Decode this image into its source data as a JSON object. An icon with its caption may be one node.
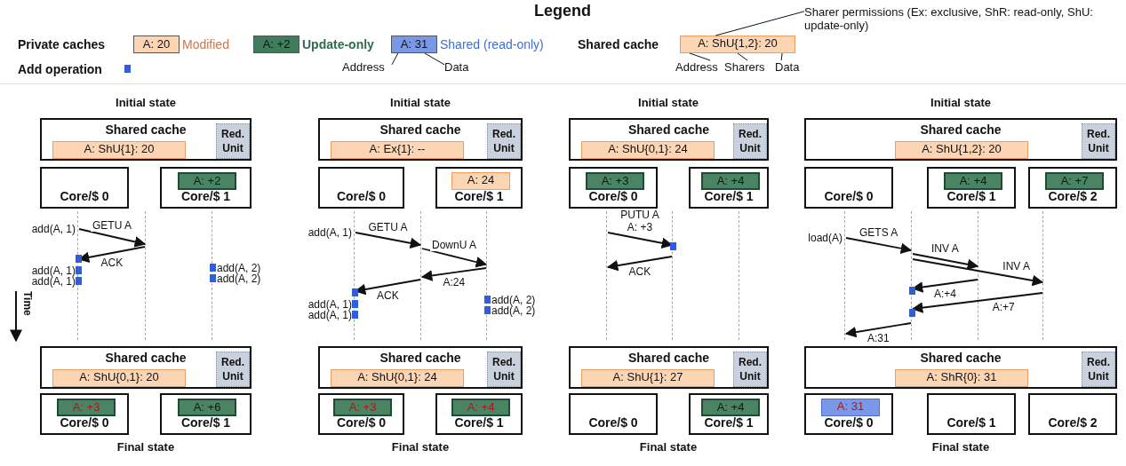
{
  "diagram": {
    "nodes": [
      {
        "text": [
          "Shared cache"
        ]
      },
      {
        "text": [
          "A: ShU{1}: 20"
        ],
        "in": 0
      },
      {
        "text": [
          "Red. Unit"
        ],
        "in": 0
      },
      {
        "text": [
          "Core/$ 0"
        ]
      },
      {
        "text": [
          "Core/$ 1"
        ]
      },
      {
        "text": [
          "A: +2"
        ],
        "in": 4
      },
      {
        "text": [],
        "shape": "line"
      },
      {
        "text": [],
        "shape": "line"
      },
      {
        "text": [],
        "shape": "line"
      },
      {
        "text": [
          "Shared cache"
        ]
      },
      {
        "text": [
          "A: ShU{0,1}: 20"
        ],
        "in": 9
      },
      {
        "text": [
          "Red. Unit"
        ],
        "in": 9
      },
      {
        "text": [
          "Core/$ 0"
        ]
      },
      {
        "text": [
          "A: +3"
        ],
        "in": 12
      },
      {
        "text": [
          "Core/$ 1"
        ]
      },
      {
        "text": [
          "A: +6"
        ],
        "in": 14
      },
      {
        "text": [
          "Shared cache"
        ]
      },
      {
        "text": [
          "A: Ex{1}: --"
        ],
        "in": 16
      },
      {
        "text": [
          "Red. Unit"
        ],
        "in": 16
      },
      {
        "text": [
          "Core/$ 0"
        ]
      },
      {
        "text": [
          "Core/$ 1"
        ]
      },
      {
        "text": [
          "A: 24"
        ],
        "in": 20
      },
      {
        "text": [],
        "shape": "line"
      },
      {
        "text": [],
        "shape": "line"
      },
      {
        "text": [],
        "shape": "line"
      },
      {
        "text": [
          "Shared cache"
        ]
      },
      {
        "text": [
          "A: ShU{0,1}: 24"
        ],
        "in": 25
      },
      {
        "text": [
          "Red. Unit"
        ],
        "in": 25
      },
      {
        "text": [
          "Core/$ 0"
        ]
      },
      {
        "text": [
          "A: +3"
        ],
        "in": 28
      },
      {
        "text": [
          "Core/$ 1"
        ]
      },
      {
        "text": [
          "A: +4"
        ],
        "in": 30
      },
      {
        "text": [
          "Shared cache"
        ]
      },
      {
        "text": [
          "A: ShU{0,1}: 24"
        ],
        "in": 32
      },
      {
        "text": [
          "Red. Unit"
        ],
        "in": 32
      },
      {
        "text": [
          "Core/$ 0"
        ]
      },
      {
        "text": [
          "A: +3"
        ],
        "in": 35
      },
      {
        "text": [
          "Core/$ 1"
        ]
      },
      {
        "text": [
          "A: +4"
        ],
        "in": 37
      },
      {
        "text": [],
        "shape": "line"
      },
      {
        "text": [],
        "shape": "line"
      },
      {
        "text": [],
        "shape": "line"
      },
      {
        "text": [
          "Shared cache"
        ]
      },
      {
        "text": [
          "A: ShU{1}: 27"
        ],
        "in": 42
      },
      {
        "text": [
          "Red. Unit"
        ],
        "in": 42
      },
      {
        "text": [
          "Core/$ 0"
        ]
      },
      {
        "text": [
          "Core/$ 1"
        ]
      },
      {
        "text": [
          "A: +4"
        ],
        "in": 46
      },
      {
        "text": [
          "Shared cache"
        ]
      },
      {
        "text": [
          "A: ShU{1,2}: 20"
        ],
        "in": 48
      },
      {
        "text": [
          "Red. Unit"
        ],
        "in": 48
      },
      {
        "text": [
          "Core/$ 0"
        ]
      },
      {
        "text": [
          "Core/$ 1"
        ]
      },
      {
        "text": [
          "A: +4"
        ],
        "in": 52
      },
      {
        "text": [
          "Core/$ 2"
        ]
      },
      {
        "text": [
          "A: +7"
        ],
        "in": 54
      },
      {
        "text": [],
        "shape": "line"
      },
      {
        "text": [],
        "shape": "line"
      },
      {
        "text": [],
        "shape": "line"
      },
      {
        "text": [],
        "shape": "line"
      },
      {
        "text": [
          "Shared cache"
        ]
      },
      {
        "text": [
          "A: ShR{0}: 31"
        ],
        "in": 60
      },
      {
        "text": [
          "Red. Unit"
        ],
        "in": 60
      },
      {
        "text": [
          "Core/$ 0"
        ]
      },
      {
        "text": [
          "A: 31"
        ],
        "in": 63
      },
      {
        "text": [
          "Core/$ 1"
        ]
      },
      {
        "text": [
          "Core/$ 2"
        ]
      },
      {
        "text": [
          "Address"
        ]
      },
      {
        "text": [
          "Data"
        ]
      },
      {
        "text": [
          "Sharer permissions (Ex: exclusive, ShR: read-only, ShU: update-only)"
        ]
      },
      {
        "text": [
          "Address"
        ]
      },
      {
        "text": [
          "Sharers"
        ]
      },
      {
        "text": [
          "Data"
        ]
      },
      {
        "text": [
          "A: 31"
        ]
      },
      {
        "text": [
          "A: ShU{1,2}: 20"
        ]
      }
    ],
    "edges": [
      {
        "from": 6,
        "to": 7,
        "arrow": "to",
        "label": "GETU A"
      },
      {
        "from": 7,
        "to": 6,
        "arrow": "to",
        "label": "ACK"
      },
      {
        "from": 22,
        "to": 23,
        "arrow": "to",
        "label": "GETU A"
      },
      {
        "from": 23,
        "to": 24,
        "arrow": "to",
        "label": "DownU A"
      },
      {
        "from": 24,
        "to": 23,
        "arrow": "to",
        "label": "A:24"
      },
      {
        "from": 23,
        "to": 22,
        "arrow": "to",
        "label": "ACK"
      },
      {
        "from": 39,
        "to": 40,
        "arrow": "to",
        "label": "PUTU A A: +3"
      },
      {
        "from": 40,
        "to": 39,
        "arrow": "to",
        "label": "ACK"
      },
      {
        "from": 56,
        "to": 57,
        "arrow": "to",
        "label": "GETS A"
      },
      {
        "from": 57,
        "to": 58,
        "arrow": "to",
        "label": "INV A"
      },
      {
        "from": 57,
        "to": 59,
        "arrow": "to",
        "label": "INV A"
      },
      {
        "from": 58,
        "to": 57,
        "arrow": "to",
        "label": "A:+4"
      },
      {
        "from": 59,
        "to": 57,
        "arrow": "to",
        "label": "A:+7"
      },
      {
        "from": 57,
        "to": 56,
        "arrow": "to",
        "label": "A:31"
      },
      {
        "from": 67,
        "to": 73,
        "arrow": "none"
      },
      {
        "from": 68,
        "to": 73,
        "arrow": "none"
      },
      {
        "from": 69,
        "to": 74,
        "arrow": "none"
      },
      {
        "from": 70,
        "to": 74,
        "arrow": "none"
      },
      {
        "from": 71,
        "to": 74,
        "arrow": "none"
      },
      {
        "from": 72,
        "to": 74,
        "arrow": "none"
      }
    ],
    "labels": [
      "Legend",
      "Private caches",
      "A: 20",
      "A: +2",
      "Shared cache",
      "Initial state",
      "add(A, 1)",
      "add(A, 2)",
      "add(A, 1)",
      "add(A, 2)",
      "add(A, 1)",
      "Time",
      "Final state",
      "Initial state",
      "add(A, 1)",
      "add(A, 2)",
      "add(A, 1)",
      "add(A, 2)",
      "add(A, 1)",
      "Final state",
      "Initial state",
      "Final state",
      "Initial state",
      "load(A)",
      "Final state"
    ],
    "legend": [
      {
        "text": "Modified",
        "color": "#fcd5b5"
      },
      {
        "text": "Update-only",
        "color": "#3f7d5c"
      },
      {
        "text": "Shared (read-only)",
        "color": "#7b98e6"
      },
      {
        "text": "Add operation"
      }
    ]
  }
}
